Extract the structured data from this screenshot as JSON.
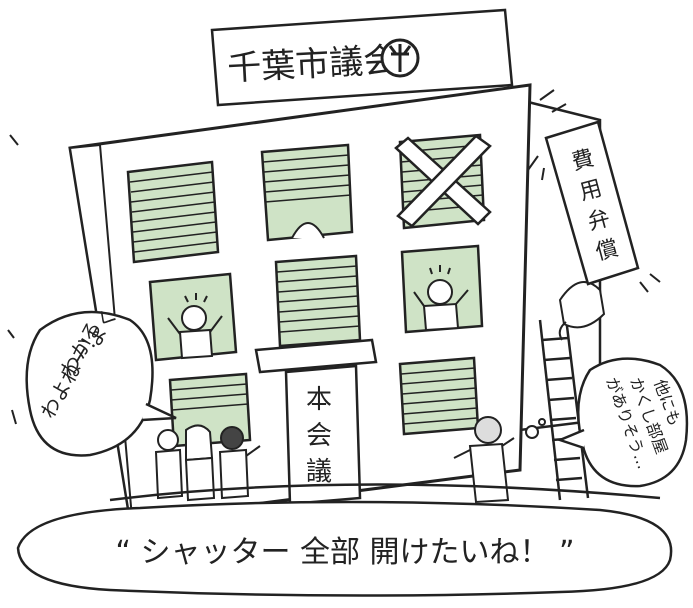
{
  "sign_title": "千葉市議会",
  "cost_banner": "費用弁償",
  "hall_sign": "本会議",
  "left_bubble": [
    "よく",
    "わかる",
    "わよねー！"
  ],
  "right_bubble": [
    "他にも",
    "かくし部屋",
    "がありそう…"
  ],
  "banner_caption": "“ シャッター 全部 開けたいね！ ”",
  "colors": {
    "window_green": "#cfe3c6",
    "shutter_green": "#9cbf8f",
    "ink": "#222222"
  }
}
